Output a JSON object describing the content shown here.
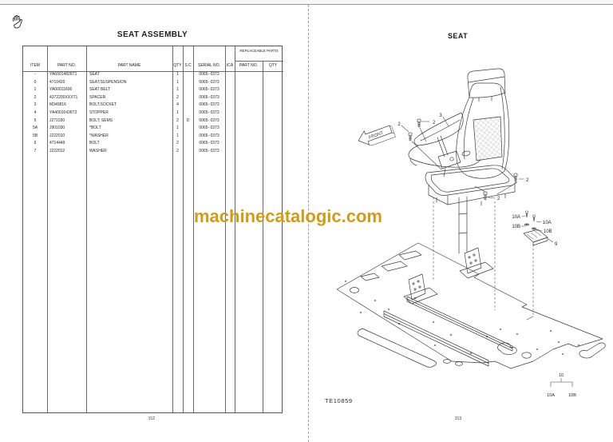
{
  "watermark": {
    "text": "machinecatalogic.com",
    "color": "#CE9C1C"
  },
  "left_page": {
    "title": "SEAT ASSEMBLY",
    "page_number": "312",
    "table": {
      "headers": {
        "item": "ITEM",
        "part_no": "PART NO.",
        "part_name": "PART NAME",
        "qty": "QTY",
        "sc": "S.C",
        "serial_no": "SERIAL NO.",
        "ica": "ICA",
        "replaceable": "REPLACEABLE PARTS",
        "r_part_no": "PART NO.",
        "r_qty": "QTY"
      },
      "rows": [
        {
          "item": "-",
          "part_no": "YA60014826T1",
          "part_name": "SEAT",
          "qty": "1",
          "sc": "",
          "serial": "0065- 0373"
        },
        {
          "item": "0",
          "part_no": "4710420",
          "part_name": "SEAT;SUSPENSION",
          "qty": "1",
          "sc": "",
          "serial": "0065- 0373"
        },
        {
          "item": "1",
          "part_no": "YA00011606",
          "part_name": "SEAT BELT",
          "qty": "1",
          "sc": "",
          "serial": "0065- 0373"
        },
        {
          "item": "2",
          "part_no": "4372200XXXT1",
          "part_name": "SPACER",
          "qty": "2",
          "sc": "",
          "serial": "0065- 0373"
        },
        {
          "item": "3",
          "part_no": "M340816",
          "part_name": "BOLT;SOCKET",
          "qty": "4",
          "sc": "",
          "serial": "0065- 0373"
        },
        {
          "item": "4",
          "part_no": "YA40016436T2",
          "part_name": "STOPPER",
          "qty": "1",
          "sc": "",
          "serial": "0065- 0373"
        },
        {
          "item": "5",
          "part_no": "J271030",
          "part_name": "BOLT; SEMS",
          "qty": "2",
          "sc": "D",
          "serial": "0065- 0373"
        },
        {
          "item": "5A",
          "part_no": "J901030",
          "part_name": "*BOLT",
          "qty": "1",
          "sc": "",
          "serial": "0065- 0373"
        },
        {
          "item": "5B",
          "part_no": "J222010",
          "part_name": "*WASHER",
          "qty": "1",
          "sc": "",
          "serial": "0065- 0373"
        },
        {
          "item": "6",
          "part_no": "4714449",
          "part_name": "BOLT",
          "qty": "2",
          "sc": "",
          "serial": "0065- 0373"
        },
        {
          "item": "7",
          "part_no": "J222012",
          "part_name": "WASHER",
          "qty": "2",
          "sc": "",
          "serial": "0065- 0373"
        }
      ]
    }
  },
  "right_page": {
    "title": "SEAT",
    "figure_code": "TE10859",
    "page_number": "313",
    "front_label": "FRONT",
    "callouts": [
      "2",
      "2",
      "3",
      "2",
      "2",
      "10A",
      "10A",
      "10B",
      "10B",
      "9"
    ],
    "legend": {
      "group": "10",
      "item_a": "10A",
      "item_b": "10B"
    }
  }
}
